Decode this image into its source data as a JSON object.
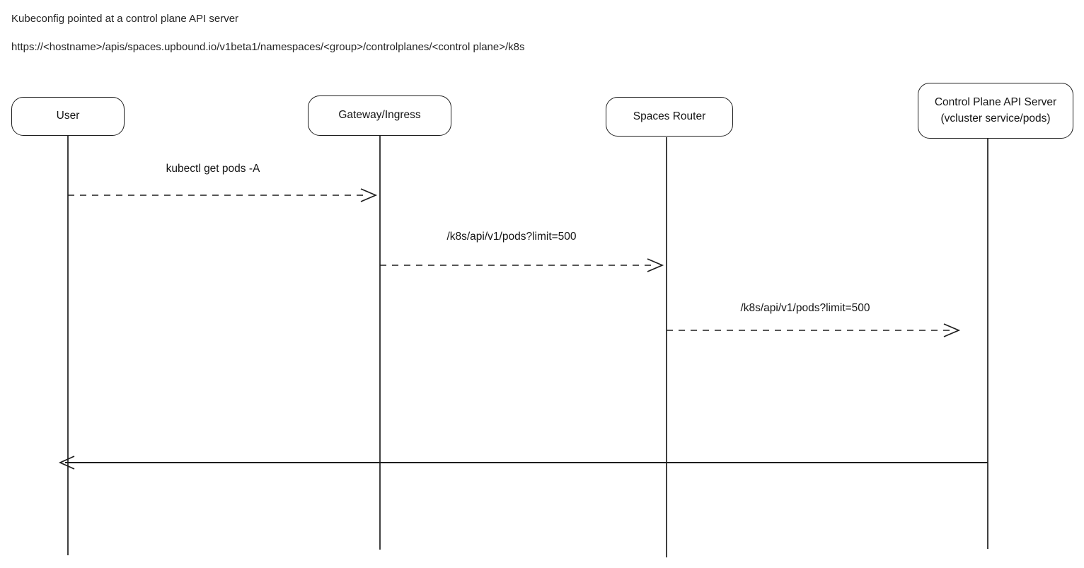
{
  "header": {
    "line1": "Kubeconfig pointed at a control plane API server",
    "line2": "https://<hostname>/apis/spaces.upbound.io/v1beta1/namespaces/<group>/controlplanes/<control plane>/k8s"
  },
  "diagram": {
    "type": "sequence-diagram",
    "style": "hand-drawn",
    "colors": {
      "stroke": "#1e1e1e",
      "background": "#ffffff",
      "text": "#141414"
    },
    "actors": [
      {
        "id": "user",
        "label": "User"
      },
      {
        "id": "gateway",
        "label": "Gateway/Ingress"
      },
      {
        "id": "spaces-router",
        "label": "Spaces Router"
      },
      {
        "id": "control-plane",
        "label": "Control Plane API Server",
        "sublabel": "(vcluster service/pods)"
      }
    ],
    "messages": [
      {
        "from": "user",
        "to": "gateway",
        "label": "kubectl get pods -A",
        "line": "dashed",
        "direction": "right"
      },
      {
        "from": "gateway",
        "to": "spaces-router",
        "label": "/k8s/api/v1/pods?limit=500",
        "line": "dashed",
        "direction": "right"
      },
      {
        "from": "spaces-router",
        "to": "control-plane",
        "label": "/k8s/api/v1/pods?limit=500",
        "line": "dashed",
        "direction": "right"
      },
      {
        "from": "control-plane",
        "to": "user",
        "label": "",
        "line": "solid",
        "direction": "left"
      }
    ]
  }
}
